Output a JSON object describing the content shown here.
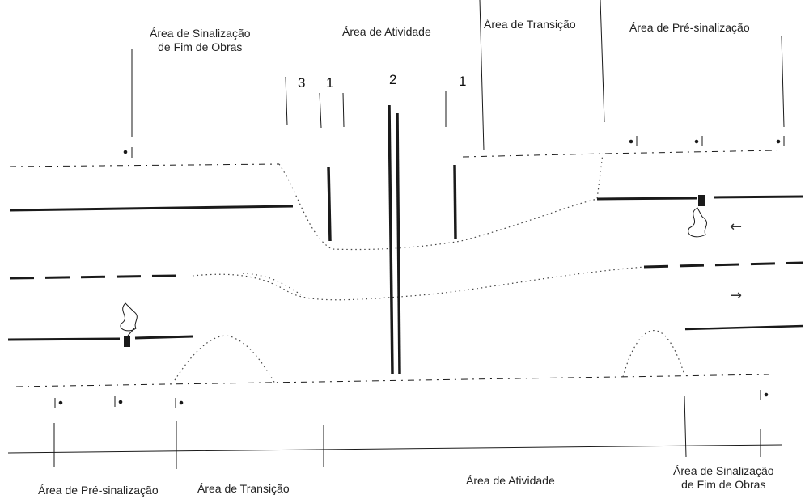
{
  "top_labels": {
    "end_of_works": "Área de Sinalização\nde Fim de Obras",
    "activity": "Área de Atividade",
    "transition": "Área de Transição",
    "pre_signal": "Área de Pré-sinalização"
  },
  "bottom_labels": {
    "pre_signal": "Área de Pré-sinalização",
    "transition": "Área de Transição",
    "activity": "Área de Atividade",
    "end_of_works": "Área de Sinalização\nde Fim de Obras"
  },
  "markers": {
    "m3": "3",
    "m1_left": "1",
    "m2": "2",
    "m1_right": "1"
  },
  "arrows": {
    "left": "←",
    "right": "→"
  },
  "colors": {
    "ink": "#1a1a1a",
    "dotted": "#444444"
  }
}
